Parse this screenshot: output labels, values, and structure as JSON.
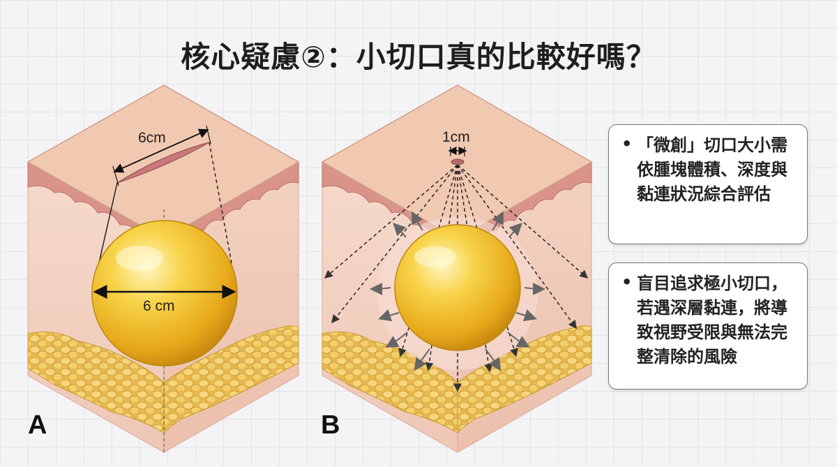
{
  "title": "核心疑慮②：小切口真的比較好嗎？",
  "panels": {
    "a": {
      "label": "A",
      "incision_label": "6cm",
      "diameter_label": "6 cm"
    },
    "b": {
      "label": "B",
      "incision_label": "1cm"
    }
  },
  "notes": [
    {
      "bullet": "•",
      "text": "「微創」切口大小需依腫塊體積、深度與黏連狀況綜合評估"
    },
    {
      "bullet": "•",
      "text": "盲目追求極小切口，若遇深層黏連，將導致視野受限與無法完整清除的風險"
    }
  ],
  "colors": {
    "skin_top": "#f1c9b1",
    "dermis": "#f0cbb8",
    "epidermis": "#dd9d93",
    "fat_layer": "#ecc66e",
    "lump": "#f2c230",
    "text": "#1e1e1e"
  }
}
